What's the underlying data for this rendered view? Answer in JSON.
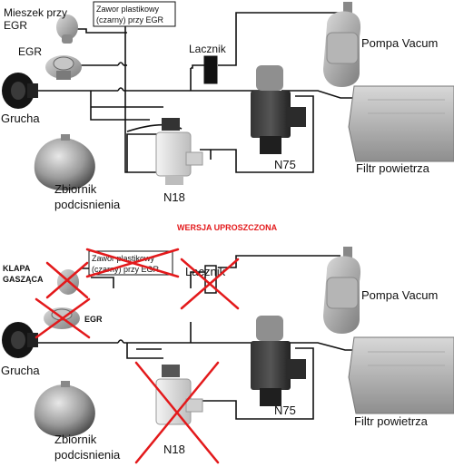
{
  "top": {
    "mieszek_egr": "Mieszek przy\nEGR",
    "zawor": "Zawor plastikowy\n(czarny) przy EGR",
    "egr": "EGR",
    "grucha": "Grucha",
    "lacznik": "Lacznik",
    "pompa": "Pompa Vacum",
    "filtr": "Filtr powietrza",
    "n75": "N75",
    "n18": "N18",
    "zbiornik": "Zbiornik\npodcisnienia"
  },
  "title": "WERSJA UPROSZCZONA",
  "bottom": {
    "klapa": "KLAPA\nGASZĄCA",
    "zawor": "Zawor plastikowy\n(czarny) przy EGR",
    "egr": "EGR",
    "grucha": "Grucha",
    "lacznik": "Lacznik",
    "pompa": "Pompa Vacum",
    "filtr": "Filtr powietrza",
    "n75": "N75",
    "n18": "N18",
    "zbiornik": "Zbiornik\npodcisnienia"
  },
  "colors": {
    "cross": "#e3191b",
    "title": "#e3191b",
    "line": "#111111"
  }
}
